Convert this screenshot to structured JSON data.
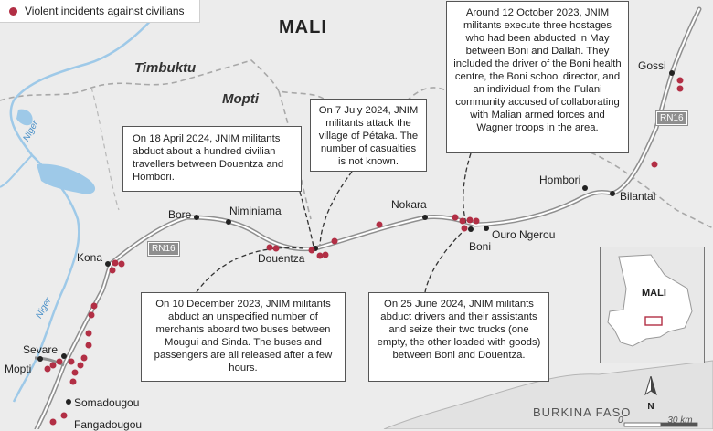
{
  "legend": {
    "label": "Violent incidents against civilians",
    "color": "#b22f45"
  },
  "title": "MALI",
  "regions": {
    "timbuktu": "Timbuktu",
    "mopti": "Mopti"
  },
  "river": {
    "label": "Niger"
  },
  "road": {
    "label": "RN16"
  },
  "places": {
    "gossi": "Gossi",
    "hombori": "Hombori",
    "bilantal": "Bilantal",
    "nokara": "Nokara",
    "ouro_ngerou": "Ouro Ngerou",
    "boni": "Boni",
    "douentza": "Douentza",
    "bore": "Bore",
    "niminiama": "Niminiama",
    "kona": "Kona",
    "sevare": "Sevare",
    "mopti": "Mopti",
    "somadougou": "Somadougou",
    "fangadougou": "Fangadougou"
  },
  "callouts": {
    "oct2023": "Around 12 October 2023, JNIM militants execute three hostages who had been abducted in May between Boni and Dallah. They included the driver of the Boni health centre, the Boni school director, and an individual from the Fulani community accused of collaborating with Malian armed forces and Wagner troops in the area.",
    "jul2024": "On 7 July 2024, JNIM militants attack the village of Pétaka. The number of casualties is not known.",
    "apr2024": "On 18 April 2024, JNIM militants abduct about a hundred civilian travellers between Douentza and Hombori.",
    "dec2023": "On 10 December 2023, JNIM militants abduct an unspecified number of merchants aboard two buses between Mougui and Sinda. The buses and passengers are all released after a few hours.",
    "jun2024": "On 25 June 2024, JNIM militants abduct drivers and their assistants and seize their two trucks (one empty, the other loaded with goods) between Boni and Douentza."
  },
  "neighbour": "BURKINA FASO",
  "inset": {
    "label": "MALI"
  },
  "compass": {
    "label": "N"
  },
  "scale": {
    "start": "0",
    "end": "30 km"
  },
  "colors": {
    "land": "#ececec",
    "water": "#9ec9e8",
    "road": "#8f8f8f",
    "incident": "#b22f45",
    "border": "#a8a8a8"
  }
}
